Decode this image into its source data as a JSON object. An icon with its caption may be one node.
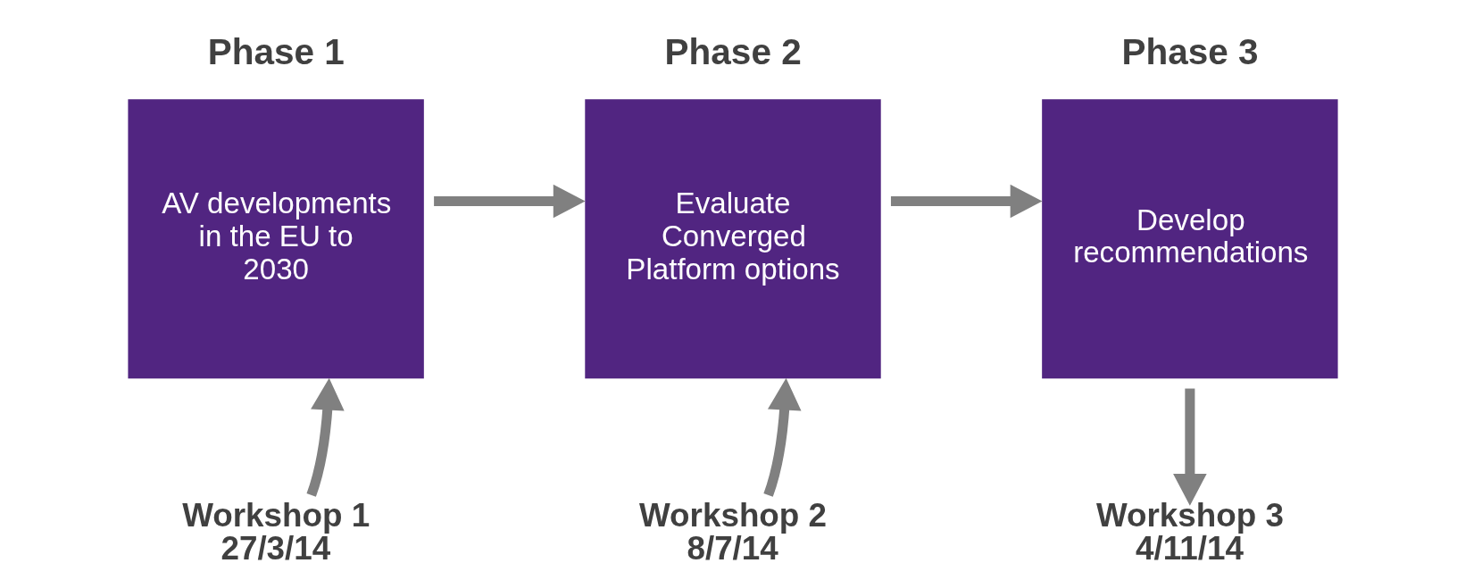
{
  "diagram": {
    "nodes": [
      {
        "text": [
          "Phase 1",
          "AV developments in the EU to 2030"
        ]
      },
      {
        "text": [
          "Phase 2",
          "Evaluate Converged Platform options"
        ]
      },
      {
        "text": [
          "Phase 3",
          "Develop recommendations"
        ]
      },
      {
        "text": [
          "Workshop 1 27/3/14"
        ]
      },
      {
        "text": [
          "Workshop 2 8/7/14"
        ]
      },
      {
        "text": [
          "Workshop 3 4/11/14"
        ]
      }
    ],
    "edges": [
      {
        "from": 0,
        "to": 1,
        "arrow": "to"
      },
      {
        "from": 1,
        "to": 2,
        "arrow": "to"
      },
      {
        "from": 3,
        "to": 0,
        "arrow": "to"
      },
      {
        "from": 4,
        "to": 1,
        "arrow": "to"
      },
      {
        "from": 2,
        "to": 5,
        "arrow": "to"
      }
    ]
  }
}
